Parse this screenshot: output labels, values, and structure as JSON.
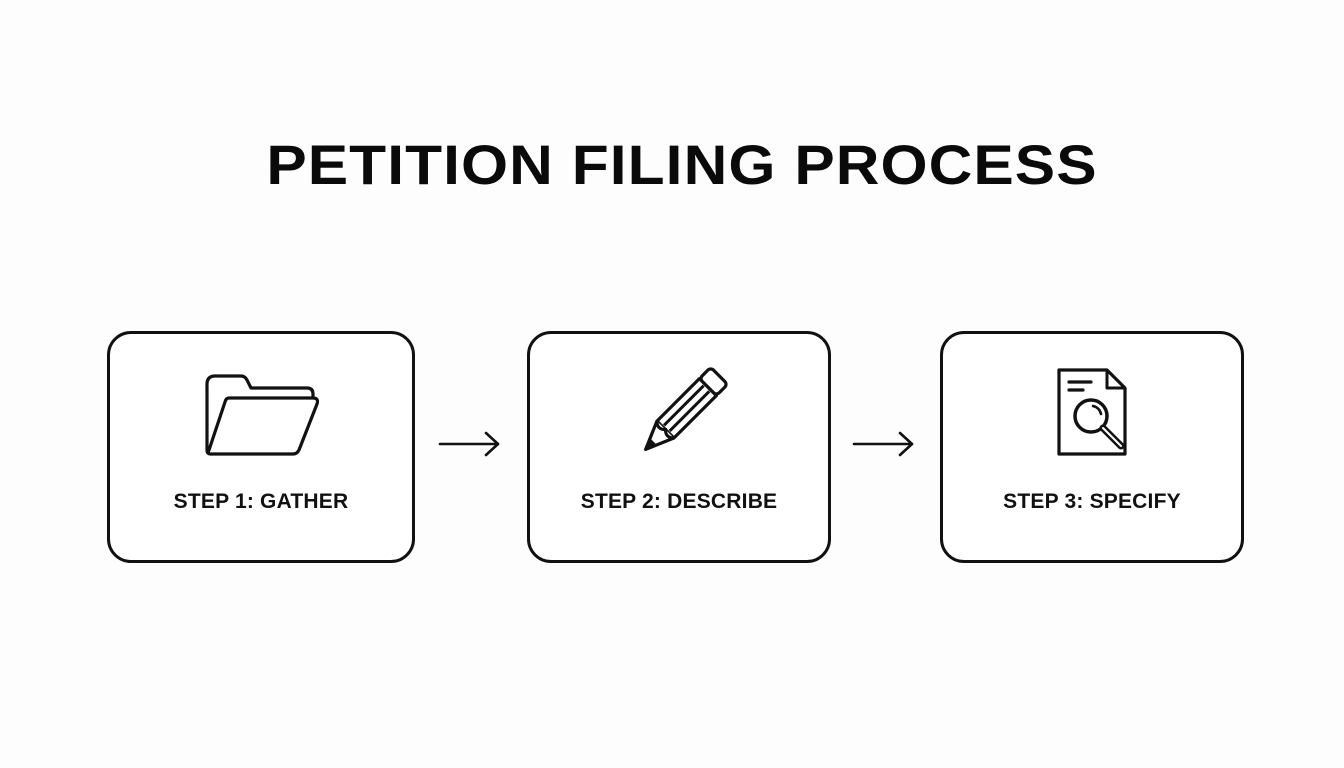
{
  "diagram": {
    "title": "PETITION FILING PROCESS",
    "steps": [
      {
        "label": "STEP 1: GATHER",
        "icon": "folder-icon"
      },
      {
        "label": "STEP 2: DESCRIBE",
        "icon": "pencil-icon"
      },
      {
        "label": "STEP 3: SPECIFY",
        "icon": "document-search-icon"
      }
    ],
    "connectors": [
      {
        "from": "STEP 1: GATHER",
        "to": "STEP 2: DESCRIBE",
        "icon": "arrow-right-icon"
      },
      {
        "from": "STEP 2: DESCRIBE",
        "to": "STEP 3: SPECIFY",
        "icon": "arrow-right-icon"
      }
    ],
    "colors": {
      "background": "#fdfdfd",
      "stroke": "#111111",
      "text": "#111111"
    }
  }
}
